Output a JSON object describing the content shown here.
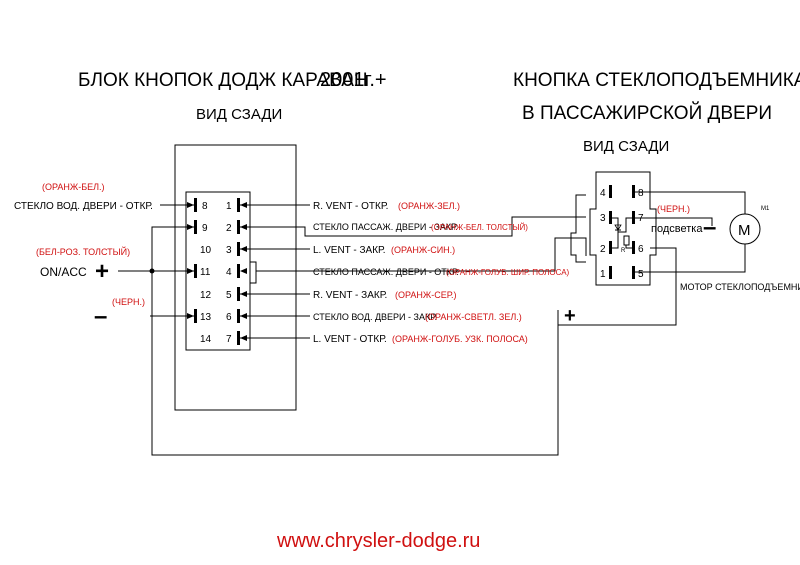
{
  "left_block": {
    "title": "БЛОК КНОПОК ДОДЖ КАРАВАН",
    "year": "2001г.+",
    "view": "ВИД СЗАДИ",
    "pins_left": [
      "8",
      "9",
      "10",
      "11",
      "12",
      "13",
      "14"
    ],
    "pins_right": [
      "1",
      "2",
      "3",
      "4",
      "5",
      "6",
      "7"
    ],
    "left_labels": {
      "pin8_color": "(ОРАНЖ-БЕЛ.)",
      "pin8_name": "СТЕКЛО ВОД. ДВЕРИ - ОТКР.",
      "pin11_color": "(БЕЛ-РОЗ. ТОЛСТЫЙ)",
      "pin11_name": "ON/ACC",
      "pin11_sign": "+",
      "pin13_color": "(ЧЕРН.)",
      "pin13_sign": "–"
    },
    "right_labels": [
      {
        "pin": "1",
        "name": "R. VENT - ОТКР.",
        "color": "(ОРАНЖ-ЗЕЛ.)"
      },
      {
        "pin": "2",
        "name": "СТЕКЛО ПАССАЖ. ДВЕРИ - ЗАКР.",
        "color": "(ОРАНЖ-БЕЛ. ТОЛСТЫЙ)"
      },
      {
        "pin": "3",
        "name": "L. VENT - ЗАКР.",
        "color": "(ОРАНЖ-СИН.)"
      },
      {
        "pin": "4",
        "name": "СТЕКЛО ПАССАЖ. ДВЕРИ - ОТКР.",
        "color": "(ОРАНЖ-ГОЛУБ. ШИР. ПОЛОСА)"
      },
      {
        "pin": "5",
        "name": "R. VENT - ЗАКР.",
        "color": "(ОРАНЖ-СЕР.)"
      },
      {
        "pin": "6",
        "name": "СТЕКЛО ВОД. ДВЕРИ - ЗАКР.",
        "color": "(ОРАНЖ-СВЕТЛ. ЗЕЛ.)"
      },
      {
        "pin": "7",
        "name": "L. VENT - ОТКР.",
        "color": "(ОРАНЖ-ГОЛУБ. УЗК. ПОЛОСА)"
      }
    ]
  },
  "right_block": {
    "title_line1": "КНОПКА СТЕКЛОПОДЪЕМНИКА",
    "title_line2": "В ПАССАЖИРСКОЙ ДВЕРИ",
    "view": "ВИД СЗАДИ",
    "pins_left": [
      "4",
      "3",
      "2",
      "1"
    ],
    "pins_right": [
      "8",
      "7",
      "6",
      "5"
    ],
    "backlight_color": "(ЧЕРН.)",
    "backlight_label": "подсветка",
    "backlight_sign": "–",
    "motor_ref": "M1",
    "motor_symbol": "M",
    "motor_label": "МОТОР СТЕКЛОПОДЪЕМНИКА",
    "plus_sign": "+",
    "internal_mark": "R"
  },
  "footer": {
    "website": "www.chrysler-dodge.ru"
  },
  "colors": {
    "line": "#000000",
    "wire_label": "#d01010",
    "background": "#ffffff"
  }
}
